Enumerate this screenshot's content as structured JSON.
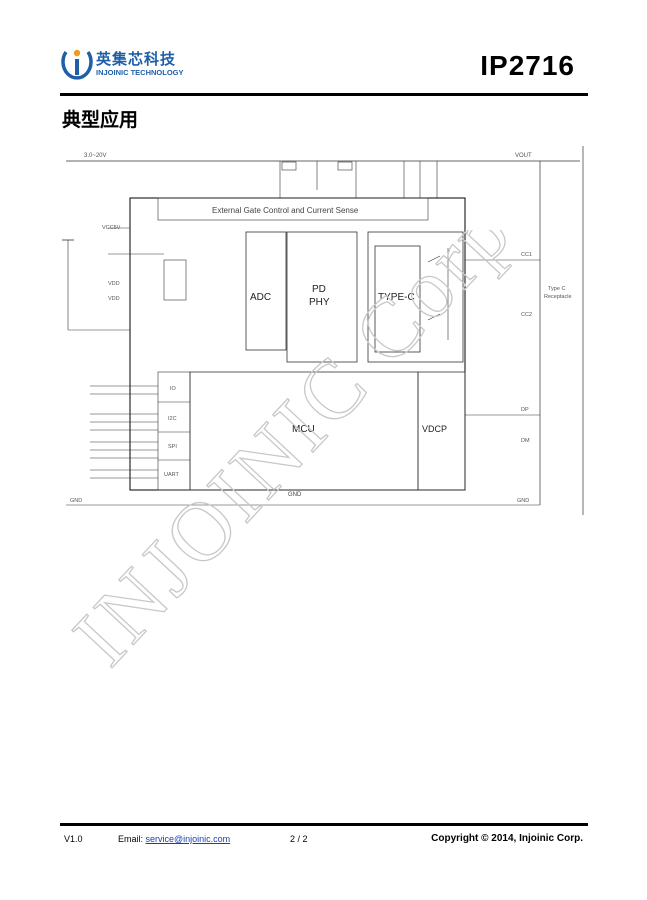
{
  "header": {
    "logo_cn": "英集芯科技",
    "logo_en": "INJOINIC TECHNOLOGY",
    "part_number": "IP2716"
  },
  "section": {
    "title": "典型应用"
  },
  "diagram": {
    "top_left_label": "3.0~20V",
    "top_right_label": "VOUT",
    "block_title": "External Gate Control and Current Sense",
    "adc": "ADC",
    "pd_phy": [
      "PD",
      "PHY"
    ],
    "type_c": "TYPE-C",
    "mcu": "MCU",
    "vdcp": "VDCP",
    "gnd_bottom": "GND",
    "left_gnd": "GND",
    "right_gnd": "GND",
    "dp": "DP",
    "dm": "DM",
    "cc1": "CC1",
    "cc2": "CC2",
    "conn_label": [
      "Type C",
      "Receptacle"
    ],
    "left_pins": [
      "IO",
      "I2C",
      "SPI",
      "UART"
    ],
    "vdd_labels": [
      "VDD",
      "VDD"
    ],
    "vcc5": "VCC5V"
  },
  "watermark": {
    "text": "INJOINIC Corp"
  },
  "footer": {
    "version": "V1.0",
    "email_label": "Email: ",
    "email": "service@injoinic.com",
    "page": "2 / 2",
    "copyright": "Copyright © 2014, Injoinic Corp."
  },
  "colors": {
    "brand": "#1f5fa8",
    "logo_orange": "#f39a1e",
    "link": "#1a3fb0"
  }
}
